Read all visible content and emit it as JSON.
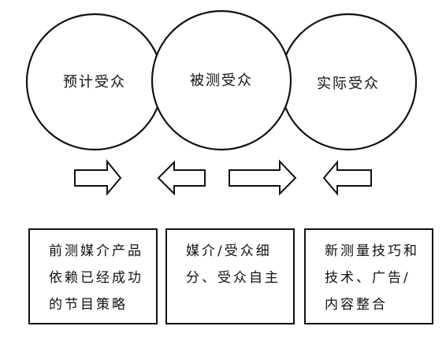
{
  "circles": [
    {
      "id": "expected",
      "label": "预计受众"
    },
    {
      "id": "measured",
      "label": "被测受众"
    },
    {
      "id": "actual",
      "label": "实际受众"
    }
  ],
  "arrows": [
    {
      "id": "arrow-1",
      "direction": "right"
    },
    {
      "id": "arrow-2",
      "direction": "left"
    },
    {
      "id": "arrow-3",
      "direction": "right"
    },
    {
      "id": "arrow-4",
      "direction": "left"
    }
  ],
  "boxes": [
    {
      "id": "box-1",
      "lines": [
        "前测媒介产品",
        "依赖已经成功",
        "的节目策略"
      ]
    },
    {
      "id": "box-2",
      "lines": [
        "媒介/受众细",
        "分、受众自主"
      ]
    },
    {
      "id": "box-3",
      "lines": [
        "新测量技巧和",
        "技术、广告/",
        "内容整合"
      ]
    }
  ]
}
